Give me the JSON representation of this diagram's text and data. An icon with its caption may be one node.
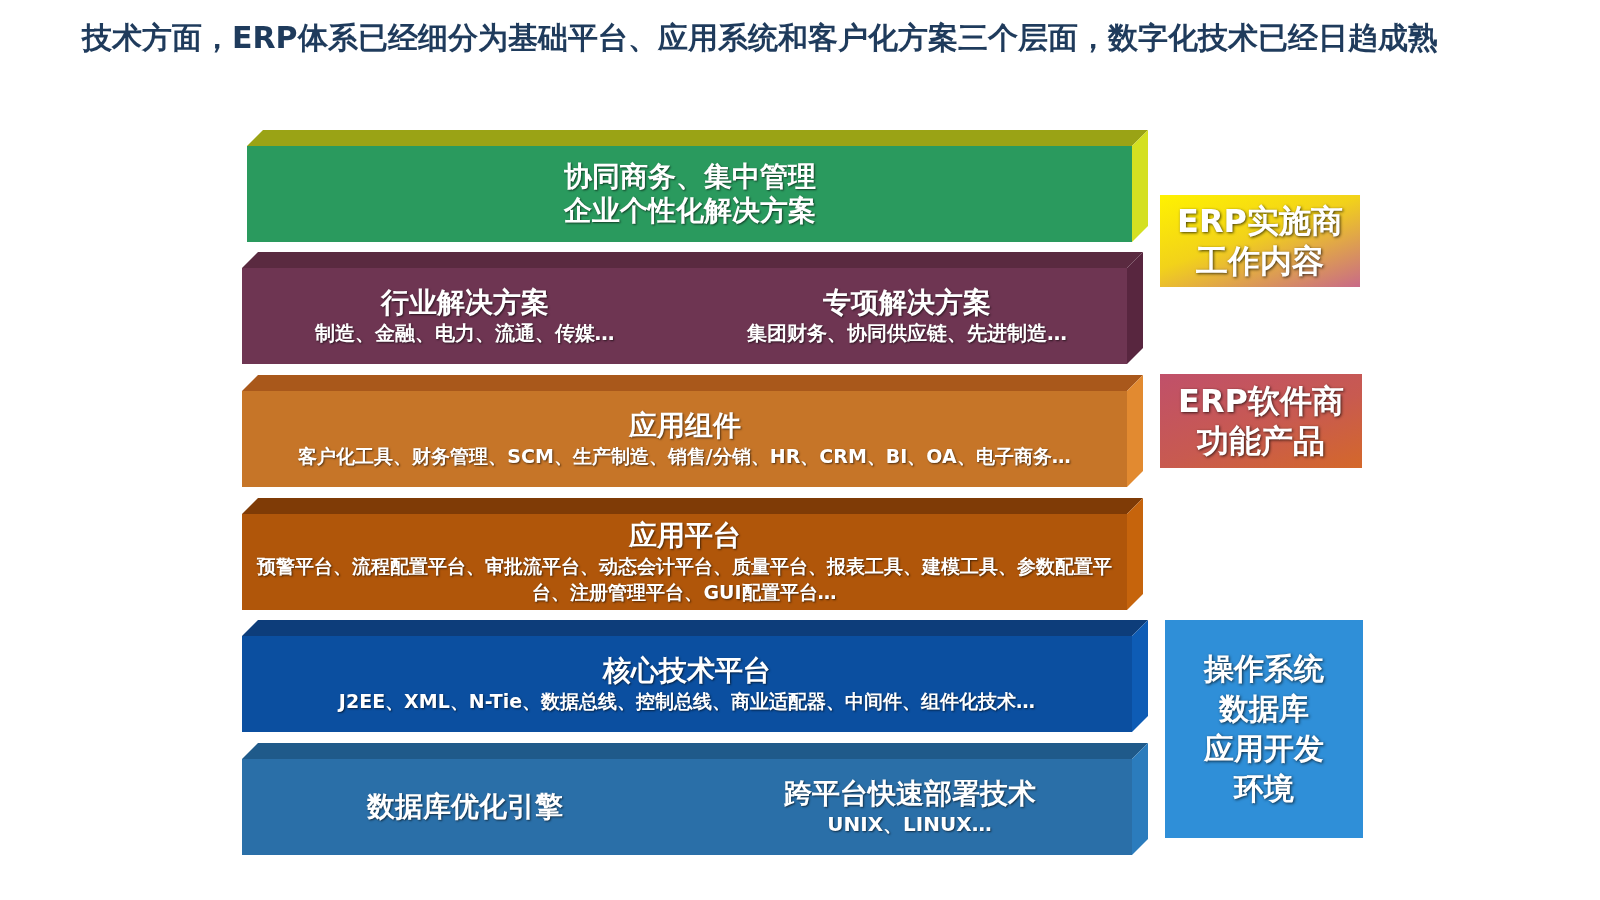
{
  "diagram": {
    "title": "技术方面，ERP体系已经细分为基础平台、应用系统和客户化方案三个层面，数字化技术已经日趋成熟",
    "nodes": [
      {
        "text": [
          "协同商务、集中管理",
          "企业个性化解决方案"
        ]
      },
      {
        "text": [
          "行业解决方案",
          "制造、金融、电力、流通、传媒…"
        ]
      },
      {
        "text": [
          "专项解决方案",
          "集团财务、协同供应链、先进制造…"
        ]
      },
      {
        "text": [
          "应用组件",
          "客户化工具、财务管理、SCM、生产制造、销售/分销、HR、CRM、BI、OA、电子商务…"
        ]
      },
      {
        "text": [
          "应用平台",
          "预警平台、流程配置平台、审批流平台、动态会计平台、质量平台、报表工具、建模工具、参数配置平台、注册管理平台、GUI配置平台…"
        ]
      },
      {
        "text": [
          "核心技术平台",
          "J2EE、XML、N-Tie、数据总线、控制总线、商业适配器、中间件、组件化技术…"
        ]
      },
      {
        "text": [
          "数据库优化引擎"
        ]
      },
      {
        "text": [
          "跨平台快速部署技术",
          "UNIX、LINUX…"
        ]
      },
      {
        "text": [
          "ERP实施商工作内容"
        ]
      },
      {
        "text": [
          "ERP软件商功能产品"
        ]
      },
      {
        "text": [
          "操作系统",
          "数据库",
          "应用开发环境"
        ]
      }
    ],
    "edges": []
  }
}
